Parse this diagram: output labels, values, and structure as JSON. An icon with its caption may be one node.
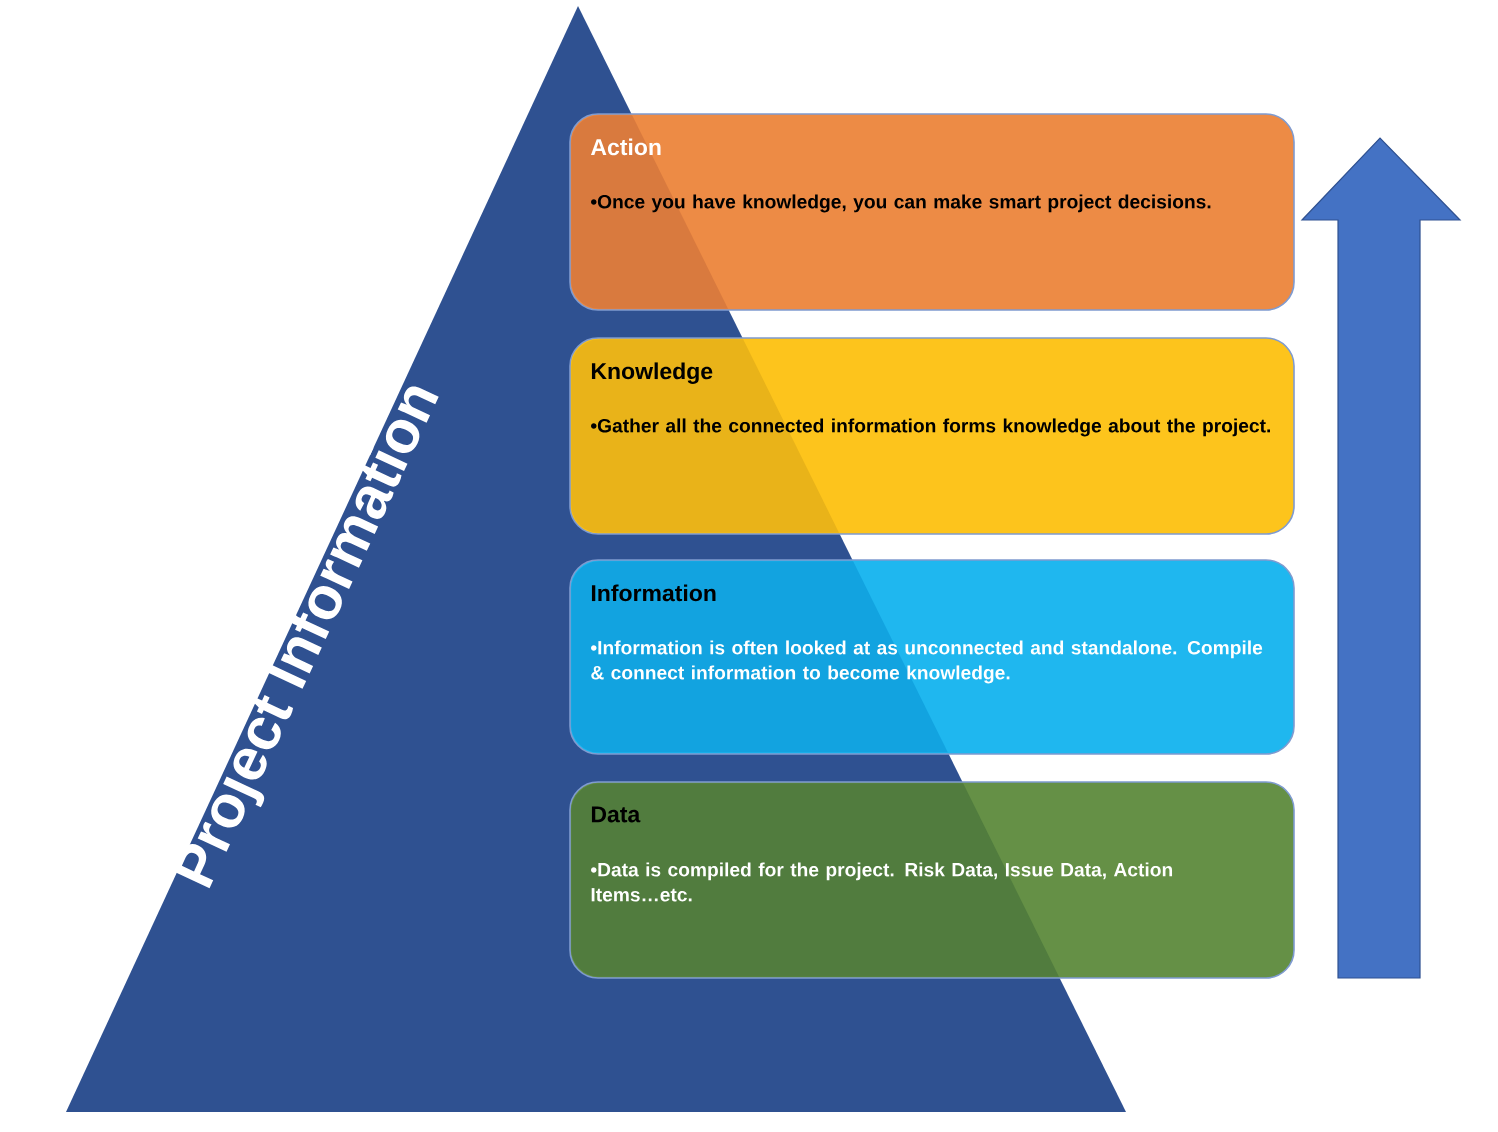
{
  "diagram": {
    "nodes": [
      {
        "text": [
          "Project Information"
        ]
      },
      {
        "text": [
          "Action",
          "•Once you have knowledge, you can make smart project decisions."
        ]
      },
      {
        "text": [
          "Knowledge",
          "•Gather all the connected information forms knowledge about the project."
        ]
      },
      {
        "text": [
          "Information",
          "•Information is often looked at as unconnected and standalone. Compile & connect information to become knowledge."
        ]
      },
      {
        "text": [
          "Data",
          "•Data is compiled for the project. Risk Data, Issue Data, Action Items…etc."
        ]
      }
    ]
  }
}
